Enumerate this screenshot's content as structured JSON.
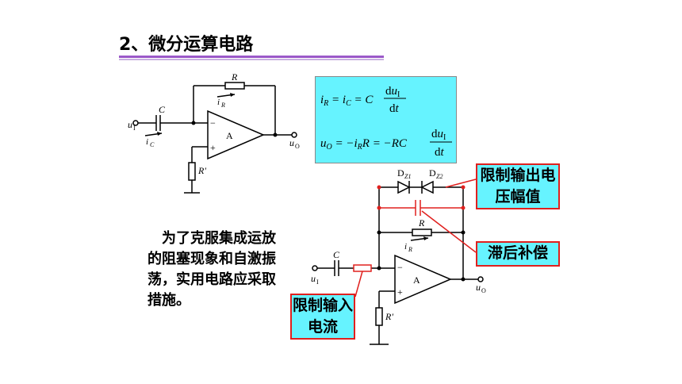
{
  "title": "2、微分运算电路",
  "description": "为了克服集成运放的阻塞现象和自激振荡，实用电路应采取措施。",
  "labels": {
    "limit_output": "限制输出电压幅值",
    "lag_compensation": "滞后补偿",
    "limit_input": "限制输入电流"
  },
  "formula": {
    "line1_lhs": "i",
    "line2_lhs": "u"
  },
  "circuit": {
    "R": "R",
    "C": "C",
    "R_prime": "R'",
    "iR": "i",
    "iC": "i",
    "opamp": "A",
    "minus": "−",
    "plus": "+",
    "u_in": "u",
    "u_out": "u",
    "dz1": "D",
    "dz2": "D"
  },
  "colors": {
    "accent": "#9b59c9",
    "formula_bg": "#66f3ff",
    "highlight": "#e0201e"
  }
}
